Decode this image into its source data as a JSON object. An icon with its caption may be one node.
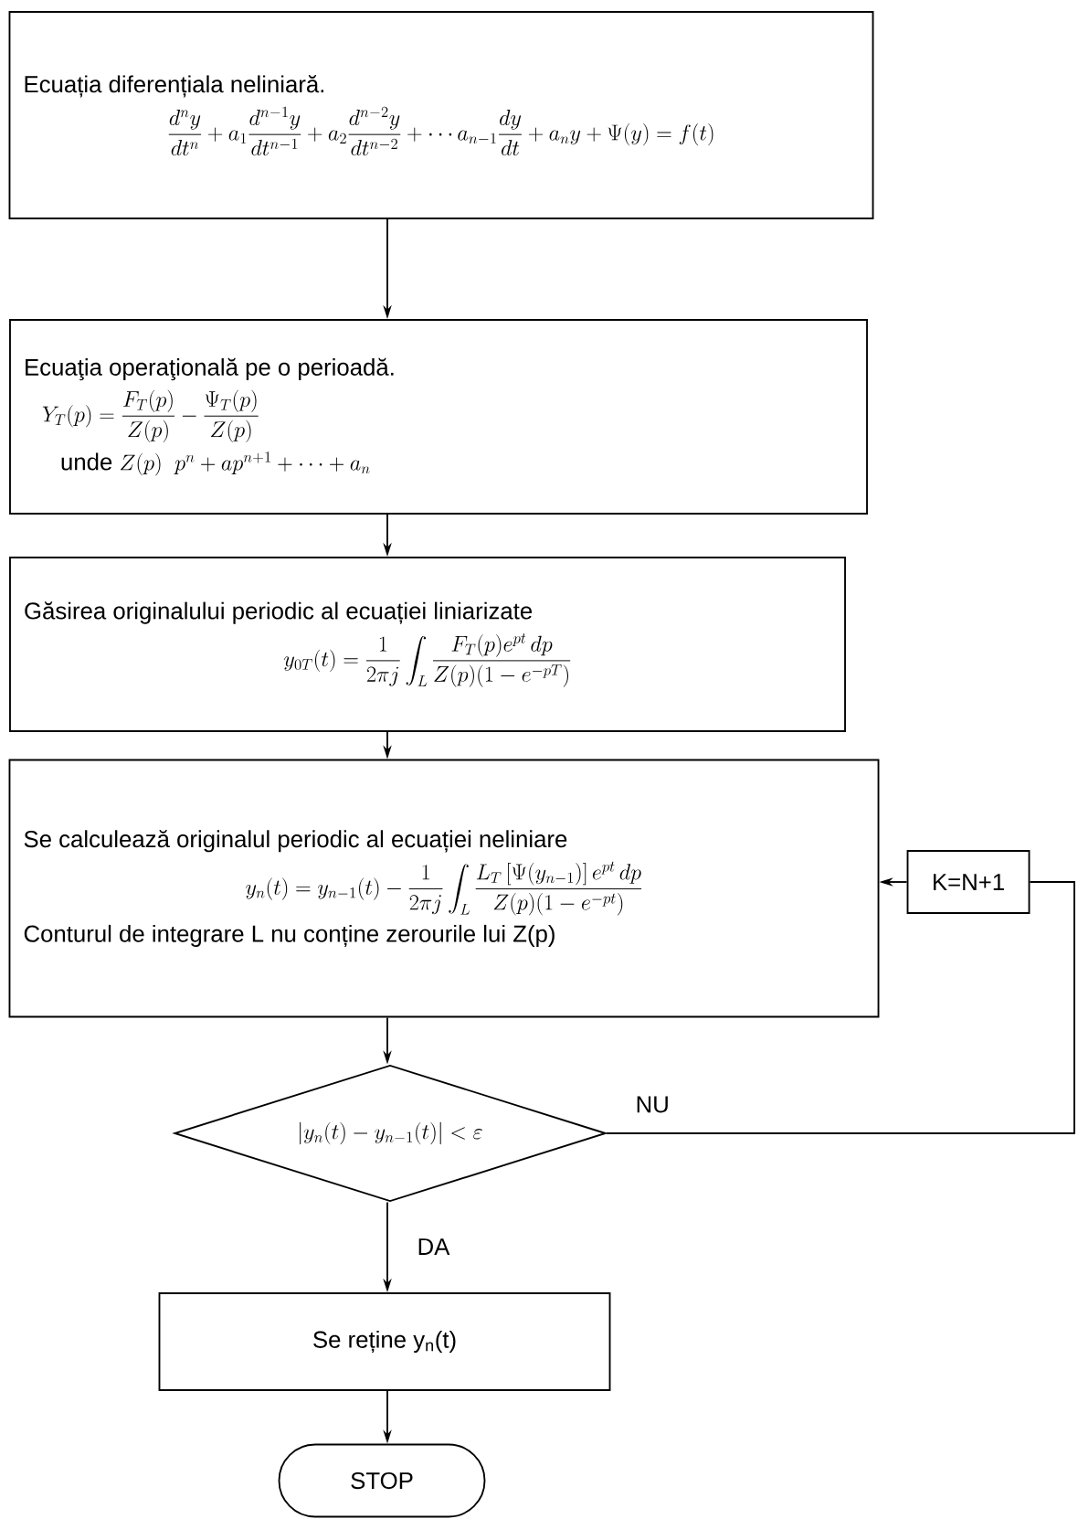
{
  "diagram": {
    "nodes": [
      {
        "text": [
          "Ecuația diferențiala neliniară.",
          "\\frac{d^n y}{dt^n}+a_1\\frac{d^{n-1}y}{dt^{n-1}}+a_2\\frac{d^{n-2}y}{dt^{n-2}}+\\cdots a_{n-1}\\frac{dy}{dt}+a_n y+\\Psi(y)=f(t)"
        ]
      },
      {
        "text": [
          "Ecuaţia operaţională pe o perioadă.",
          "Y_T(p)=\\frac{F_T(p)}{Z(p)}-\\frac{\\Psi_T(p)}{Z(p)}",
          "\\text{unde }Z(p)\\;\\;p^{n}+ap^{n+1}+\\dots+a_n"
        ]
      },
      {
        "text": [
          "Găsirea originalului periodic al ecuației liniarizate",
          "y_{0T}(t)=\\frac{1}{2\\pi j}\\int_L\\frac{F_T(p)e^{pt}\\,dp}{Z(p)(1-e^{-pT})}"
        ]
      },
      {
        "text": [
          "Se calculează originalul periodic al ecuației neliniare",
          "y_n(t)=y_{n-1}(t)-\\frac{1}{2\\pi j}\\int_L\\frac{L_T\\left[\\Psi(y_{n-1})\\right]e^{pt}\\,dp}{Z(p)(1-e^{-pt})}",
          "Conturul de integrare L nu conține zerourile lui Z(p)"
        ]
      },
      {
        "text": [
          "\\left|y_n(t)-y_{n-1}(t)\\right|<\\varepsilon"
        ]
      },
      {
        "text": [
          "Se reține y$_{n}$(t)"
        ]
      },
      {
        "text": [
          "STOP"
        ]
      },
      {
        "text": [
          "K=N+1"
        ]
      }
    ],
    "edges": [
      {
        "from": 0,
        "to": 1,
        "arrow": "to"
      },
      {
        "from": 1,
        "to": 2,
        "arrow": "to"
      },
      {
        "from": 2,
        "to": 3,
        "arrow": "to"
      },
      {
        "from": 3,
        "to": 4,
        "arrow": "to"
      },
      {
        "from": 4,
        "to": 5,
        "arrow": "to",
        "label": "DA"
      },
      {
        "from": 5,
        "to": 6,
        "arrow": "to"
      },
      {
        "from": 4,
        "to": 7,
        "arrow": "none",
        "label": "NU"
      },
      {
        "from": 7,
        "to": 3,
        "arrow": "to"
      }
    ]
  }
}
